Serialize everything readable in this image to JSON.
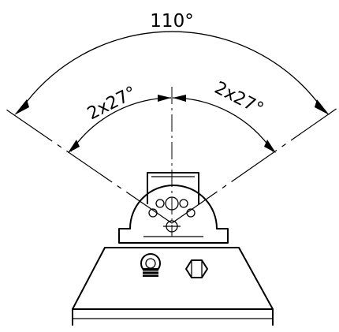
{
  "dimensions": {
    "outer_angle": "110°",
    "left_angle": "2x27°",
    "right_angle": "2x27°"
  }
}
